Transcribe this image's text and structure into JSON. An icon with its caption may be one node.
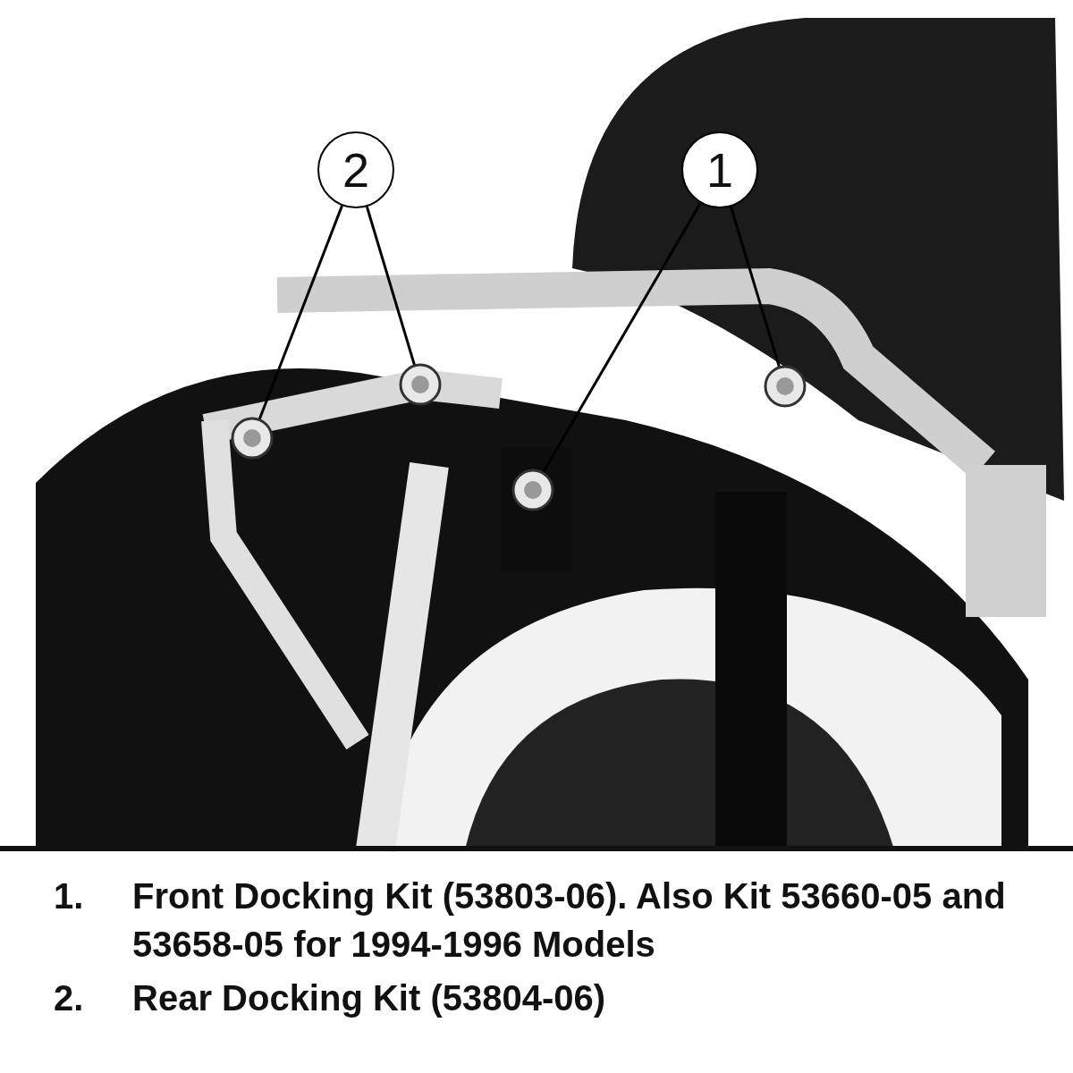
{
  "diagram": {
    "nodes": [
      {
        "text": [
          "2"
        ]
      },
      {
        "text": [
          "1"
        ]
      },
      {
        "text": [],
        "shape": "circle"
      },
      {
        "text": [],
        "shape": "circle"
      },
      {
        "text": [],
        "shape": "circle"
      },
      {
        "text": [],
        "shape": "circle"
      }
    ],
    "edges": [
      {
        "from": 0,
        "to": 2,
        "arrow": "none"
      },
      {
        "from": 0,
        "to": 3,
        "arrow": "none"
      },
      {
        "from": 1,
        "to": 4,
        "arrow": "none"
      },
      {
        "from": 1,
        "to": 5,
        "arrow": "none"
      }
    ],
    "labels": [
      "1.",
      "Front Docking Kit (53803-06). Also Kit 53660-05 and 53658-05 for 1994-1996 Models",
      "2.",
      "Rear Docking Kit (53804-06)"
    ]
  }
}
